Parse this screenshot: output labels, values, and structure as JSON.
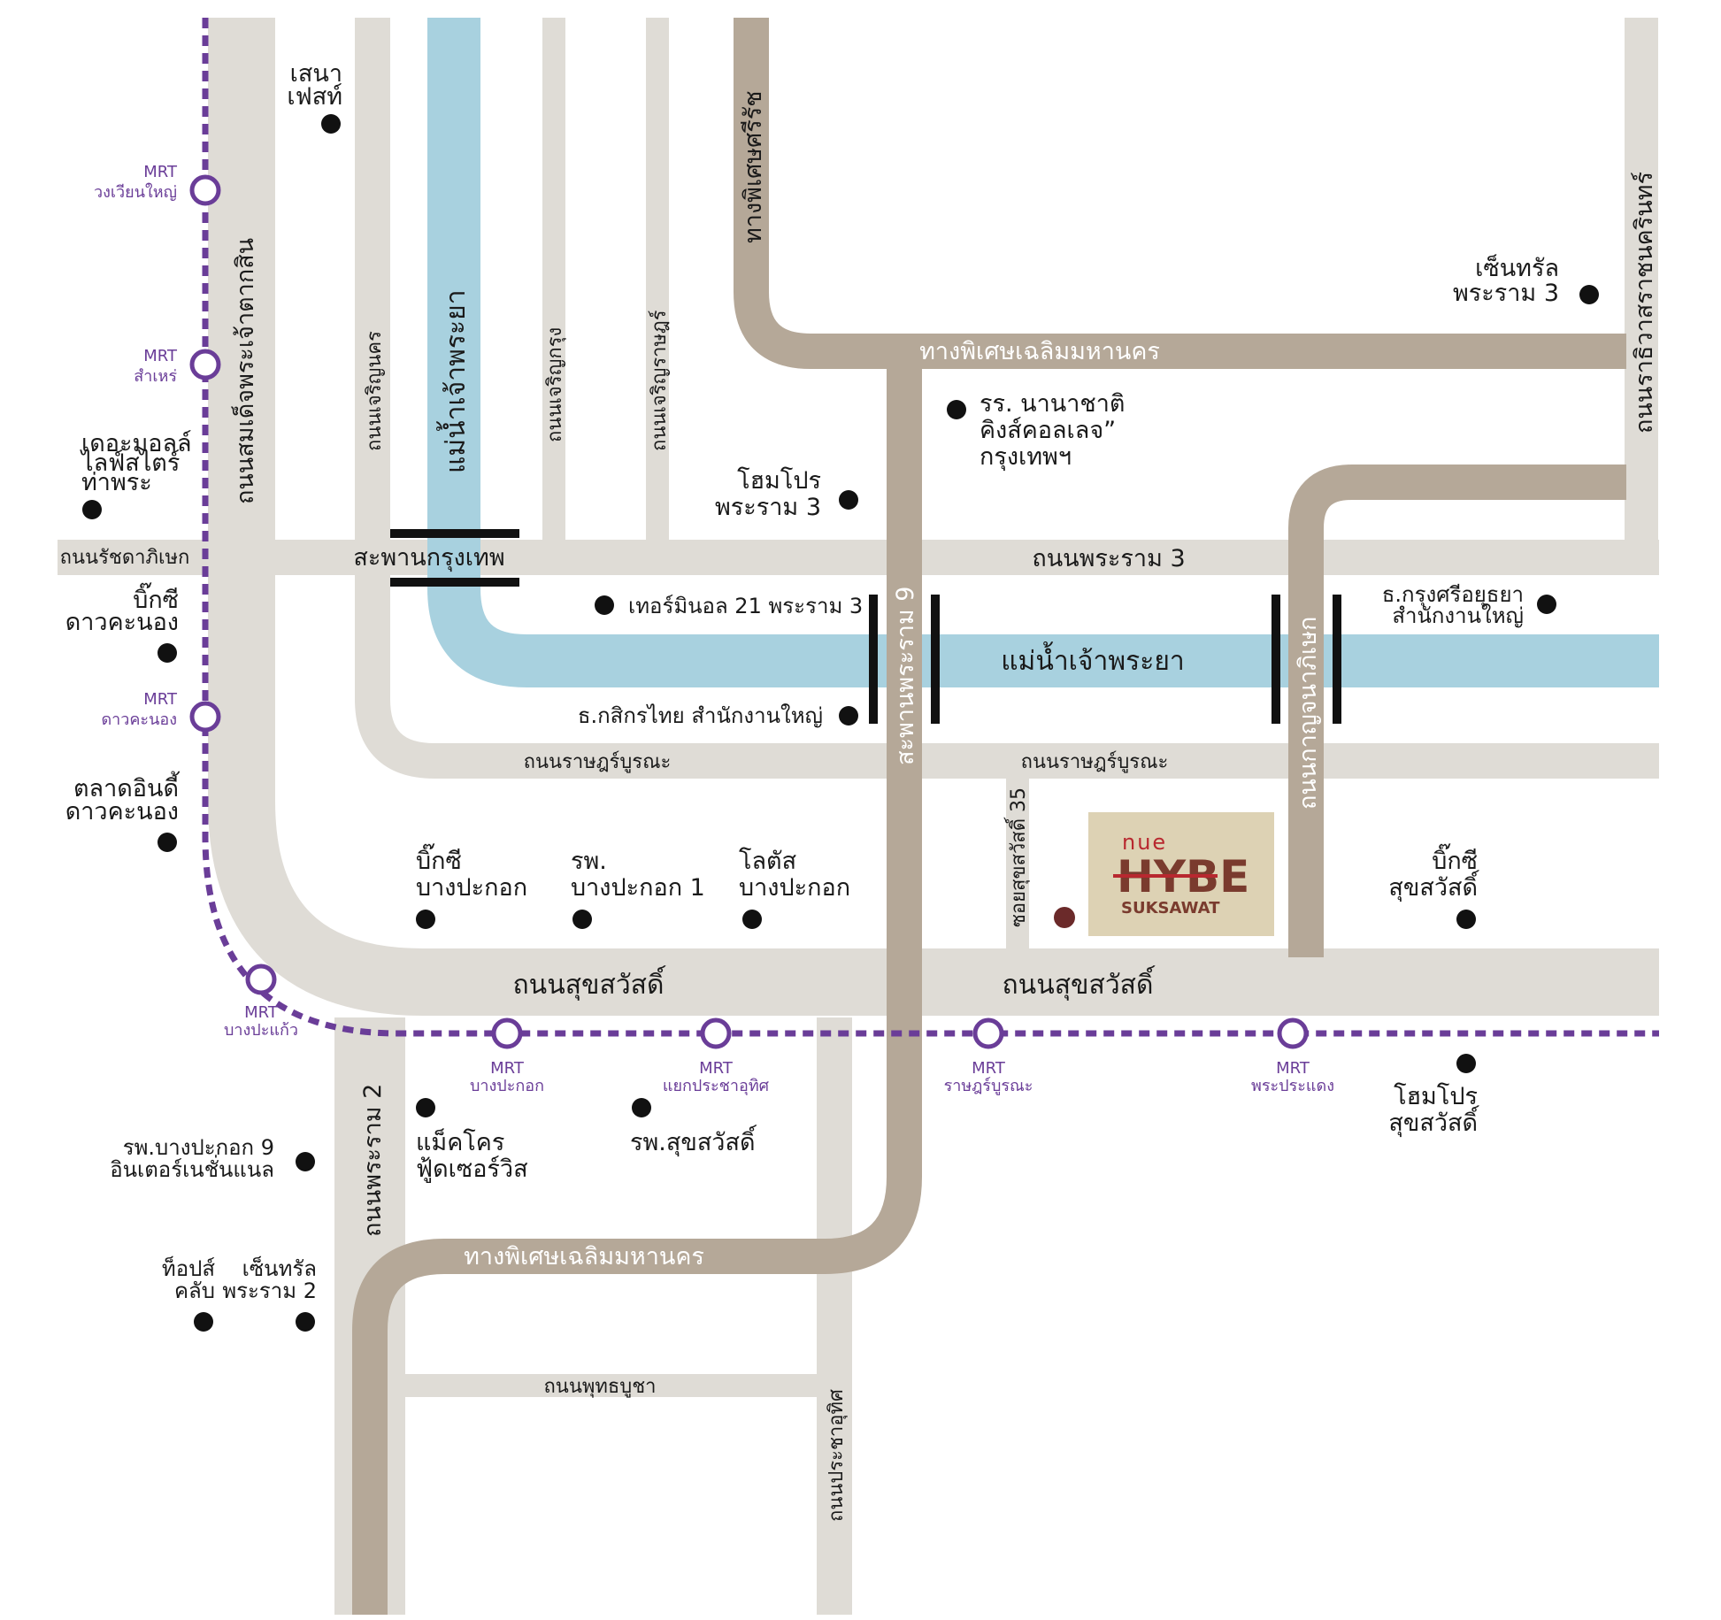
{
  "colors": {
    "road": "#dfdcd6",
    "expressway": "#b5a898",
    "river": "#a8d1df",
    "mrt_line": "#6a3d98",
    "bridge": "#111111",
    "poi": "#111111",
    "project_dot": "#6b2a2a",
    "project_bg": "#ddd2b4",
    "project_red": "#b8282f",
    "project_brown": "#7a3b2e"
  },
  "roads": {
    "taksin": "ถนนสมเด็จพระเจ้าตากสิน",
    "charoen_nakhon": "ถนนเจริญนคร",
    "charoen_krung": "ถนนเจริญกรุง",
    "charoen_rat": "ถนนเจริญราษฎร์",
    "sirat": "ทางพิเศษศรีรัช",
    "chalerm_top": "ทางพิเศษเฉลิมมหานคร",
    "rachadapisek": "ถนนรัชดาภิเษก",
    "bridge_krungthep": "สะพานกรุงเทพ",
    "rama3_road": "ถนนพระราม 3",
    "rama9_bridge": "สะพานพระราม 9",
    "kanchana": "ถนนกาญจนาภิเษก",
    "ratchadamri": "ถนนราธิวาสราชนครินทร์",
    "ratburana_left": "ถนนราษฎร์บูรณะ",
    "ratburana_right": "ถนนราษฎร์บูรณะ",
    "soi35": "ซอยสุขสวัสดิ์ 35",
    "suksawat_left": "ถนนสุขสวัสดิ์",
    "suksawat_right": "ถนนสุขสวัสดิ์",
    "rama2": "ถนนพระราม 2",
    "chalerm_bottom": "ทางพิเศษเฉลิมมหานคร",
    "phutthabucha": "ถนนพุทธบูชา",
    "pracha_uthit": "ถนนประชาอุทิศ"
  },
  "river": {
    "label_vertical": "แม่น้ำเจ้าพระยา",
    "label_horizontal": "แม่น้ำเจ้าพระยา"
  },
  "mrt": {
    "prefix": "MRT",
    "wongwian_yai": "วงเวียนใหญ่",
    "samre": "สำเหร่",
    "dao_khanong": "ดาวคะนอง",
    "bang_pakaeo": "บางปะแก้ว",
    "bang_pakok": "บางปะกอก",
    "yaek_pracha_uthit": "แยกประชาอุทิศ",
    "rat_burana": "ราษฎร์บูรณะ",
    "phra_pradaeng": "พระประแดง"
  },
  "poi": {
    "sena_fest": [
      "เสนา",
      "เฟสท์"
    ],
    "mall_thapra": [
      "เดอะมอลล์",
      "ไลฟ์สไตร์",
      "ท่าพระ"
    ],
    "bigc_dao": [
      "บิ๊กซี",
      "ดาวคะนอง"
    ],
    "talad_indy": [
      "ตลาดอินดี้",
      "ดาวคะนอง"
    ],
    "central_rama3": [
      "เซ็นทรัล",
      "พระราม 3"
    ],
    "kings_college": [
      "รร. นานาชาติ",
      "คิงส์คอลเลจ”",
      "กรุงเทพฯ"
    ],
    "homepro_rama3": [
      "โฮมโปร",
      "พระราม 3"
    ],
    "terminal21": "เทอร์มินอล 21 พระราม 3",
    "kasikorn": "ธ.กสิกรไทย สำนักงานใหญ่",
    "krungsri": [
      "ธ.กรุงศรีอยุธยา",
      "สำนักงานใหญ่"
    ],
    "bigc_bangpakok": [
      "บิ๊กซี",
      "บางปะกอก"
    ],
    "hosp_bangpakok1": [
      "รพ.",
      "บางปะกอก 1"
    ],
    "lotus_bangpakok": [
      "โลตัส",
      "บางปะกอก"
    ],
    "bigc_suksawat": [
      "บิ๊กซี",
      "สุขสวัสดิ์"
    ],
    "makro": [
      "แม็คโคร",
      "ฟู้ดเซอร์วิส"
    ],
    "hosp_suksawat": "รพ.สุขสวัสดิ์",
    "homepro_suksawat": [
      "โฮมโปร",
      "สุขสวัสดิ์"
    ],
    "hosp_bangpakok9": [
      "รพ.บางปะกอก 9",
      "อินเตอร์เนชั่นแนล"
    ],
    "tops_club": [
      "ท็อปส์",
      "คลับ"
    ],
    "central_rama2": [
      "เซ็นทรัล",
      "พระราม 2"
    ]
  },
  "project": {
    "brand_small": "nue",
    "brand_main": "HYBE",
    "brand_sub": "SUKSAWAT"
  }
}
